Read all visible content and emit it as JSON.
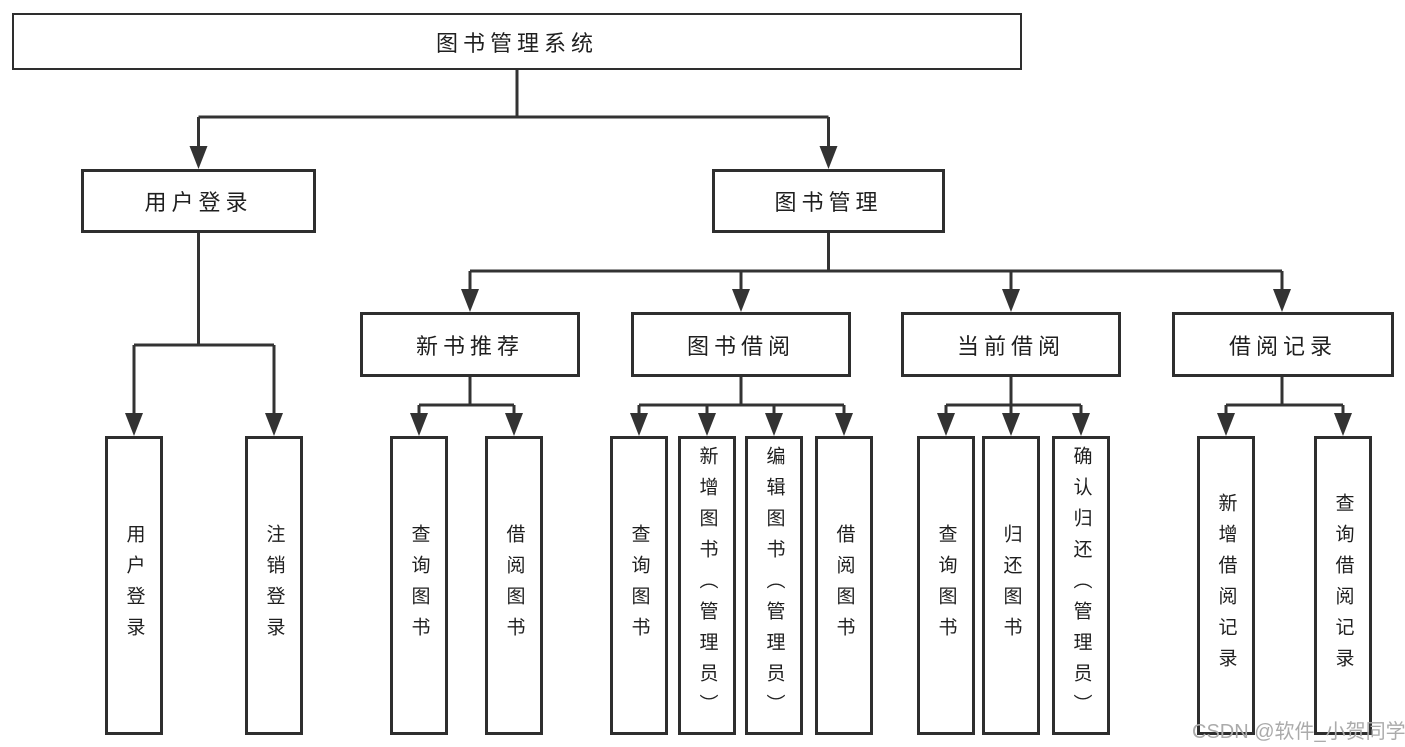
{
  "tree": {
    "label": "图书管理系统",
    "children": [
      {
        "label": "用户登录",
        "children": [
          {
            "label": "用户登录"
          },
          {
            "label": "注销登录"
          }
        ]
      },
      {
        "label": "图书管理",
        "children": [
          {
            "label": "新书推荐",
            "children": [
              {
                "label": "查询图书"
              },
              {
                "label": "借阅图书"
              }
            ]
          },
          {
            "label": "图书借阅",
            "children": [
              {
                "label": "查询图书"
              },
              {
                "label": "新增图书（管理员）"
              },
              {
                "label": "编辑图书（管理员）"
              },
              {
                "label": "借阅图书"
              }
            ]
          },
          {
            "label": "当前借阅",
            "children": [
              {
                "label": "查询图书"
              },
              {
                "label": "归还图书"
              },
              {
                "label": "确认归还（管理员）"
              }
            ]
          },
          {
            "label": "借阅记录",
            "children": [
              {
                "label": "新增借阅记录"
              },
              {
                "label": "查询借阅记录"
              }
            ]
          }
        ]
      }
    ]
  },
  "watermark": "CSDN @软件_小贺同学",
  "colors": {
    "line": "#333333",
    "border": "#2e2e2e",
    "text": "#1f1f1f",
    "background": "#ffffff",
    "watermark": "#ababab"
  }
}
